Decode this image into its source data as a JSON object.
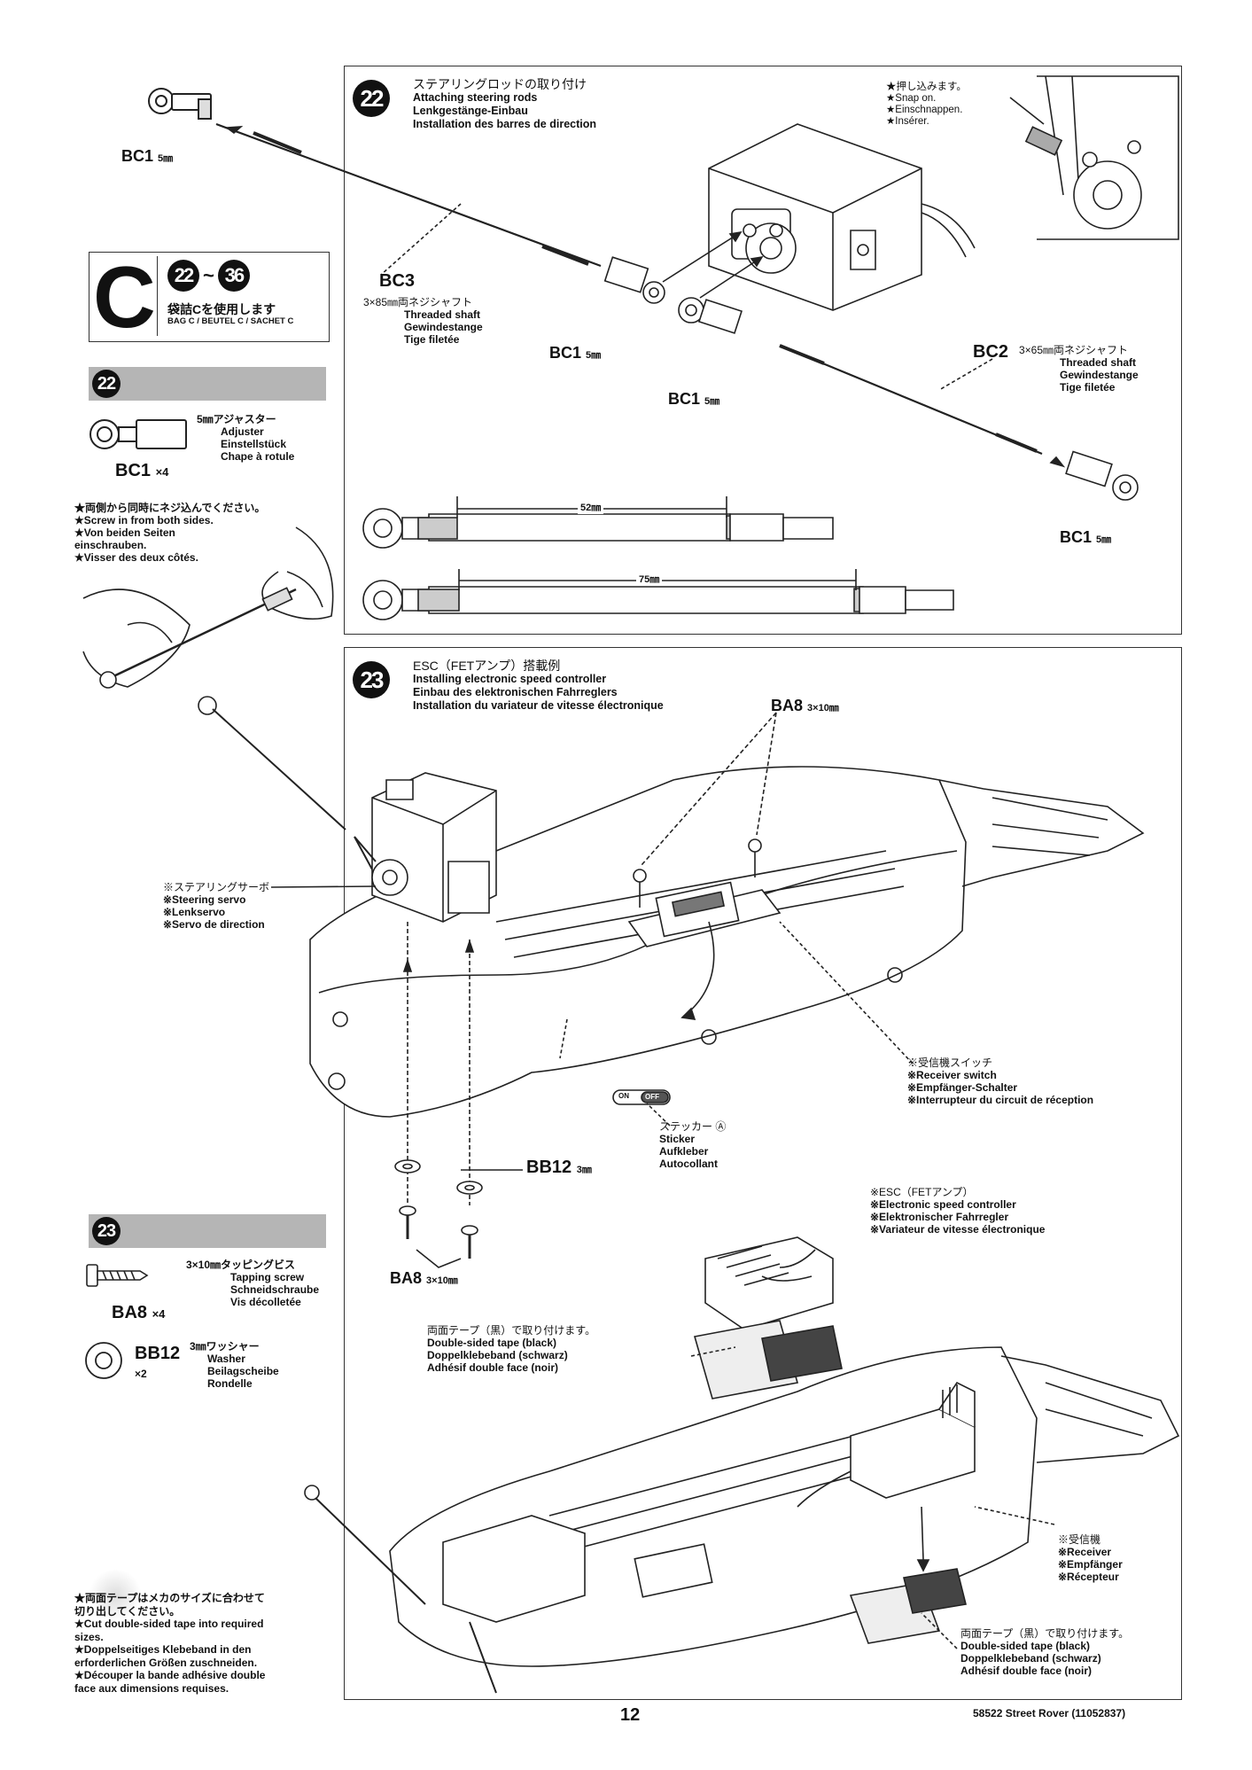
{
  "bag": {
    "letter": "C",
    "steps_from": "22",
    "steps_sep": "~",
    "steps_to": "36",
    "text_jp": "袋詰Cを使用します",
    "text_en": "BAG C / BEUTEL C / SACHET C"
  },
  "step22": {
    "number": "22",
    "title_jp": "ステアリングロッドの取り付け",
    "title_en": "Attaching steering rods",
    "title_de": "Lenkgestänge-Einbau",
    "title_fr": "Installation des barres de direction",
    "snap_note": [
      "★押し込みます。",
      "★Snap on.",
      "★Einschnappen.",
      "★Insérer."
    ],
    "bc1_label": "BC1",
    "bc1_size": "5㎜",
    "bc3_label": "BC3",
    "bc3_desc": [
      "3×85㎜両ネジシャフト",
      "Threaded shaft",
      "Gewindestange",
      "Tige filetée"
    ],
    "bc2_label": "BC2",
    "bc2_desc": [
      "3×65㎜両ネジシャフト",
      "Threaded shaft",
      "Gewindestange",
      "Tige filetée"
    ],
    "dim_short": "52㎜",
    "dim_long": "75㎜"
  },
  "parts22": {
    "number": "22",
    "name_jp": "5㎜アジャスター",
    "name_en": "Adjuster",
    "name_de": "Einstellstück",
    "name_fr": "Chape à rotule",
    "code": "BC1",
    "qty": "×4",
    "screw_note": [
      "★両側から同時にネジ込んでください。",
      "★Screw in from both sides.",
      "★Von beiden Seiten",
      "einschrauben.",
      "★Visser des deux côtés."
    ]
  },
  "step23": {
    "number": "23",
    "title_jp": "ESC（FETアンプ）搭載例",
    "title_en": "Installing electronic speed controller",
    "title_de": "Einbau des elektronischen Fahrreglers",
    "title_fr": "Installation du variateur de vitesse électronique",
    "ba8_label": "BA8",
    "ba8_size": "3×10㎜",
    "servo_note": [
      "※ステアリングサーボ",
      "※Steering servo",
      "※Lenkservo",
      "※Servo de direction"
    ],
    "switch_note": [
      "※受信機スイッチ",
      "※Receiver switch",
      "※Empfänger-Schalter",
      "※Interrupteur du circuit de réception"
    ],
    "sticker_note": [
      "ステッカー Ⓐ",
      "Sticker",
      "Aufkleber",
      "Autocollant"
    ],
    "sticker_on": "ON",
    "sticker_off": "OFF",
    "bb12_label": "BB12",
    "bb12_size": "3㎜",
    "esc_note": [
      "※ESC（FETアンプ）",
      "※Electronic speed controller",
      "※Elektronischer Fahrregler",
      "※Variateur de vitesse électronique"
    ],
    "tape_note1": [
      "両面テープ（黒）で取り付けます。",
      "Double-sided tape (black)",
      "Doppelklebeband (schwarz)",
      "Adhésif double face (noir)"
    ],
    "receiver_note": [
      "※受信機",
      "※Receiver",
      "※Empfänger",
      "※Récepteur"
    ],
    "tape_note2": [
      "両面テープ（黒）で取り付けます。",
      "Double-sided tape (black)",
      "Doppelklebeband (schwarz)",
      "Adhésif double face (noir)"
    ]
  },
  "parts23": {
    "number": "23",
    "ba8_name_jp": "3×10㎜タッピングビス",
    "ba8_name_en": "Tapping screw",
    "ba8_name_de": "Schneidschraube",
    "ba8_name_fr": "Vis décolletée",
    "ba8_code": "BA8",
    "ba8_qty": "×4",
    "bb12_name_jp": "3㎜ワッシャー",
    "bb12_name_en": "Washer",
    "bb12_name_de": "Beilagscheibe",
    "bb12_name_fr": "Rondelle",
    "bb12_code": "BB12",
    "bb12_qty": "×2"
  },
  "tape_tip": [
    "★両面テープはメカのサイズに合わせて",
    "切り出してください。",
    "★Cut double-sided tape into required",
    "sizes.",
    "★Doppelseitiges Klebeband in den",
    "erforderlichen Größen zuschneiden.",
    "★Découper la bande adhésive double",
    "face aux dimensions requises."
  ],
  "footer": {
    "page": "12",
    "product": "58522 Street Rover (11052837)"
  }
}
